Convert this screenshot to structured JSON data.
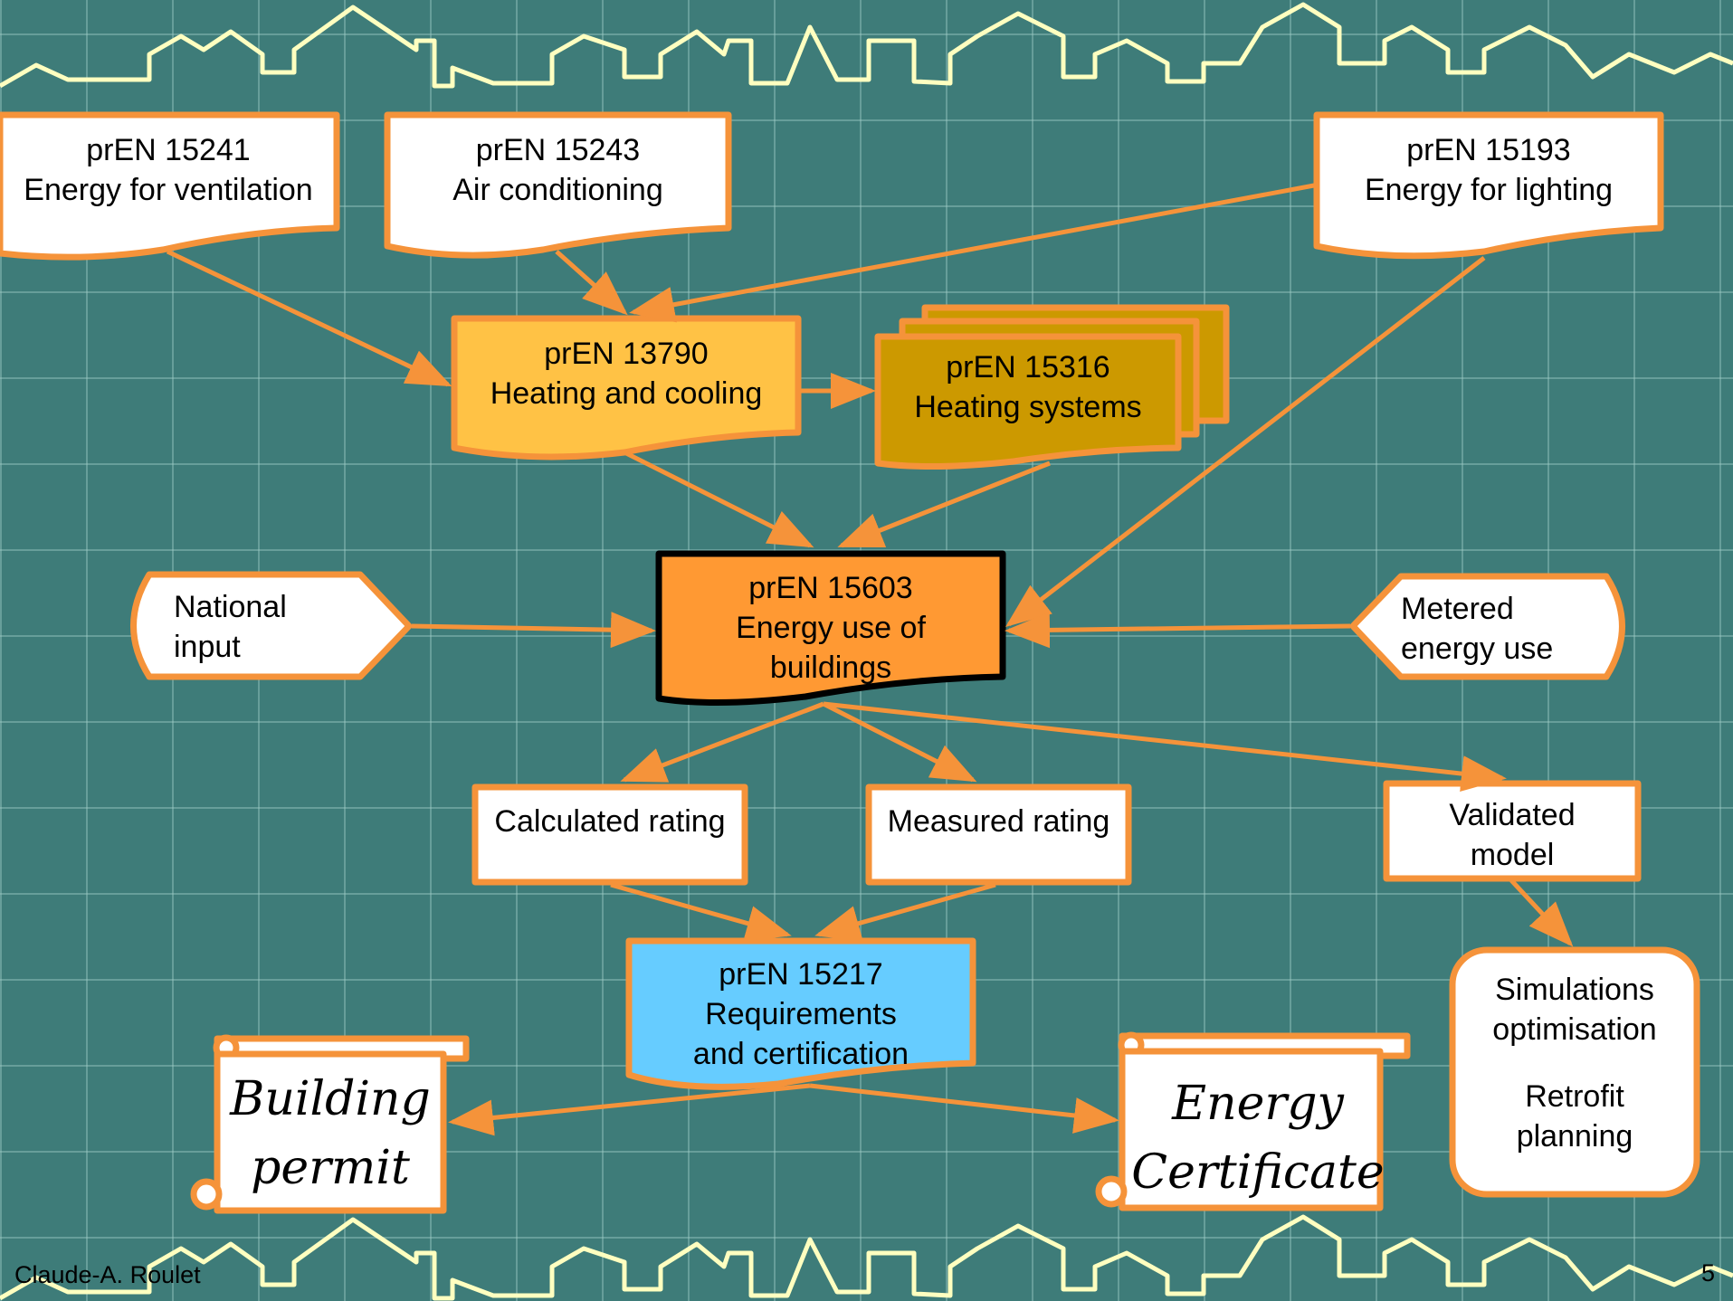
{
  "colors": {
    "background": "#3e7c79",
    "grid": "#a0cdc8",
    "border": "#f5933a",
    "skyline": "#ffffc0",
    "heating_cooling_fill": "#ffc245",
    "heating_systems_fill": "#cc9900",
    "energy_use_fill": "#ff9933",
    "requirements_fill": "#66ccff",
    "box_fill": "#ffffff"
  },
  "nodes": {
    "ventilation": {
      "code": "prEN 15241",
      "title": "Energy for ventilation"
    },
    "air_conditioning": {
      "code": "prEN 15243",
      "title": "Air conditioning"
    },
    "lighting": {
      "code": "prEN 15193",
      "title": "Energy for lighting"
    },
    "heating_cooling": {
      "code": "prEN 13790",
      "title": "Heating and cooling"
    },
    "heating_systems": {
      "code": "prEN 15316",
      "title": "Heating systems"
    },
    "energy_use": {
      "code": "prEN 15603",
      "line1": "Energy use of",
      "line2": "buildings"
    },
    "national_input": {
      "line1": "National",
      "line2": "input"
    },
    "metered": {
      "line1": "Metered",
      "line2": "energy use"
    },
    "calculated_rating": {
      "label": "Calculated rating"
    },
    "measured_rating": {
      "label": "Measured rating"
    },
    "validated_model": {
      "line1": "Validated",
      "line2": "model"
    },
    "requirements": {
      "code": "prEN 15217",
      "line1": "Requirements",
      "line2": "and certification"
    },
    "building_permit": {
      "line1": "Building",
      "line2": "permit"
    },
    "energy_certificate": {
      "line1": "Energy",
      "line2": "Certificate"
    },
    "simulations": {
      "line1": "Simulations",
      "line2": "optimisation",
      "line3": "Retrofit",
      "line4": "planning"
    }
  },
  "footer": {
    "author": "Claude-A. Roulet",
    "page": "5"
  }
}
